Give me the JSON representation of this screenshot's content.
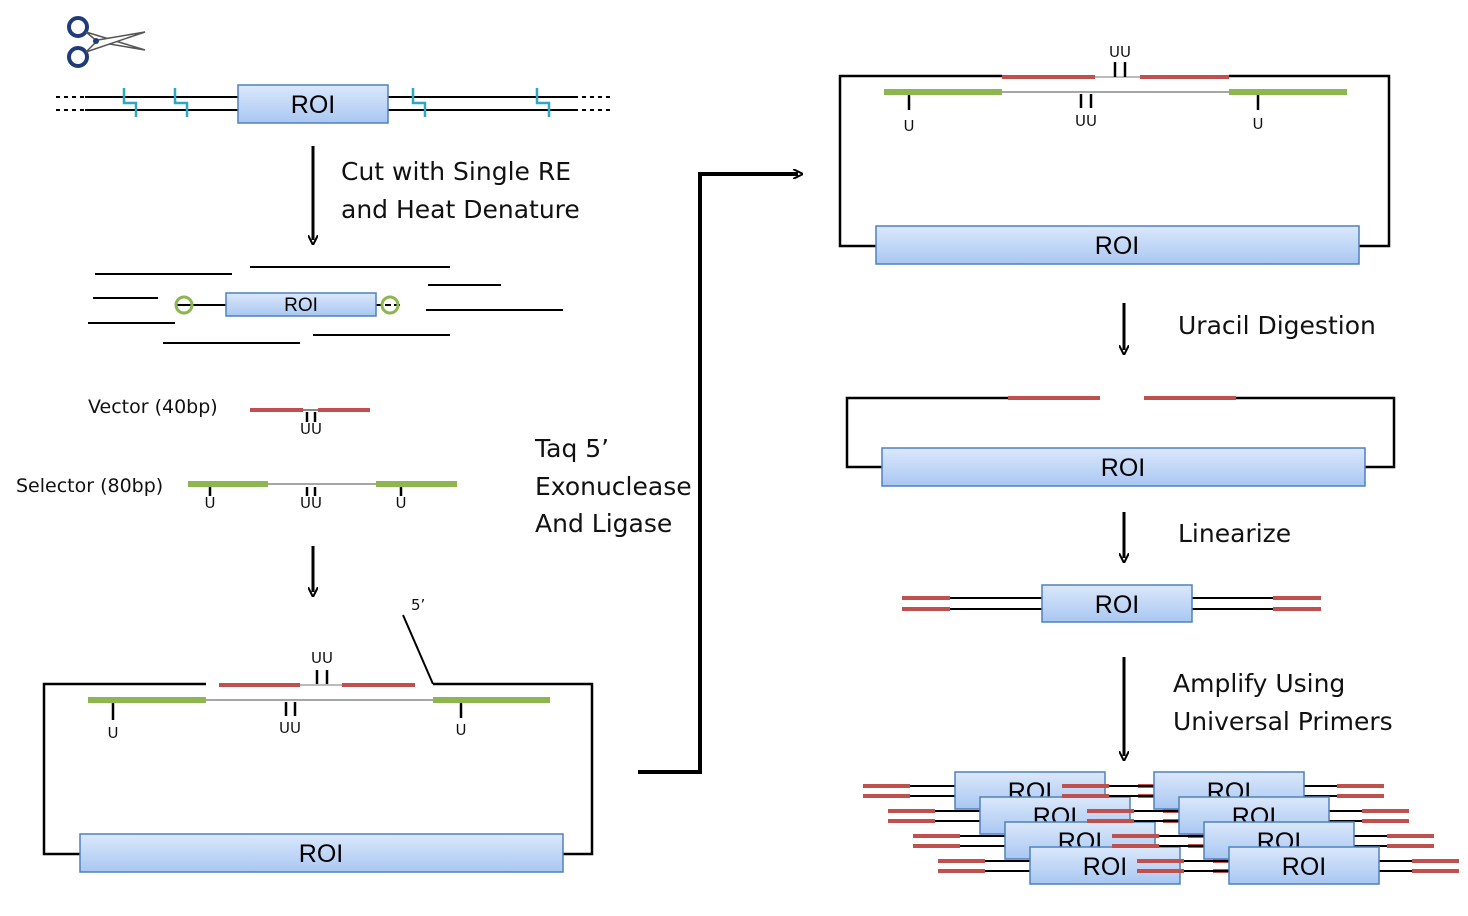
{
  "labels": {
    "roi": "ROI",
    "step_cut_line1": "Cut with Single RE",
    "step_cut_line2": "and Heat Denature",
    "vector": "Vector (40bp)",
    "selector": "Selector (80bp)",
    "taq_line1": "Taq 5’",
    "taq_line2": "Exonuclease",
    "taq_line3": "And Ligase",
    "five_prime": "5’",
    "uracil": "Uracil Digestion",
    "linearize": "Linearize",
    "amplify_line1": "Amplify Using",
    "amplify_line2": "Universal Primers",
    "u": "U",
    "uu": "UU"
  },
  "colors": {
    "roi_fill_top": "#dbe8fb",
    "roi_fill_bottom": "#a9c7f2",
    "roi_stroke": "#4f81bd",
    "vector_red": "#c0504d",
    "selector_green": "#8db650",
    "re_site_cyan": "#2fa6c4",
    "scissors_blue": "#1f3b7a"
  },
  "icons": {
    "scissors": "scissors-icon",
    "restriction_site": "restriction-site-icon",
    "circle_end": "circle-end-icon"
  }
}
